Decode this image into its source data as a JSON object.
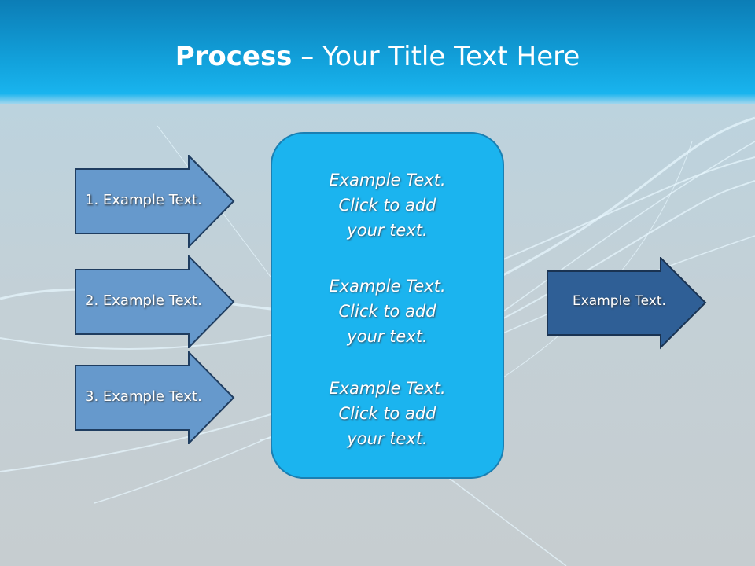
{
  "title": {
    "bold": "Process",
    "rest": " – Your Title Text Here"
  },
  "left_arrows": [
    {
      "label": "1. Example Text."
    },
    {
      "label": "2. Example Text."
    },
    {
      "label": "3. Example Text."
    }
  ],
  "center_box": {
    "blocks": [
      {
        "l1": "Example Text.",
        "l2": "Click  to add",
        "l3": "your text."
      },
      {
        "l1": "Example Text.",
        "l2": "Click  to add",
        "l3": "your text."
      },
      {
        "l1": "Example Text.",
        "l2": "Click  to add",
        "l3": "your text."
      }
    ]
  },
  "right_arrow": {
    "label": "Example Text."
  },
  "colors": {
    "arrow_light": "#6699cc",
    "arrow_dark": "#2f5f96",
    "box": "#1bb4ef",
    "header": "#12a2dc"
  }
}
